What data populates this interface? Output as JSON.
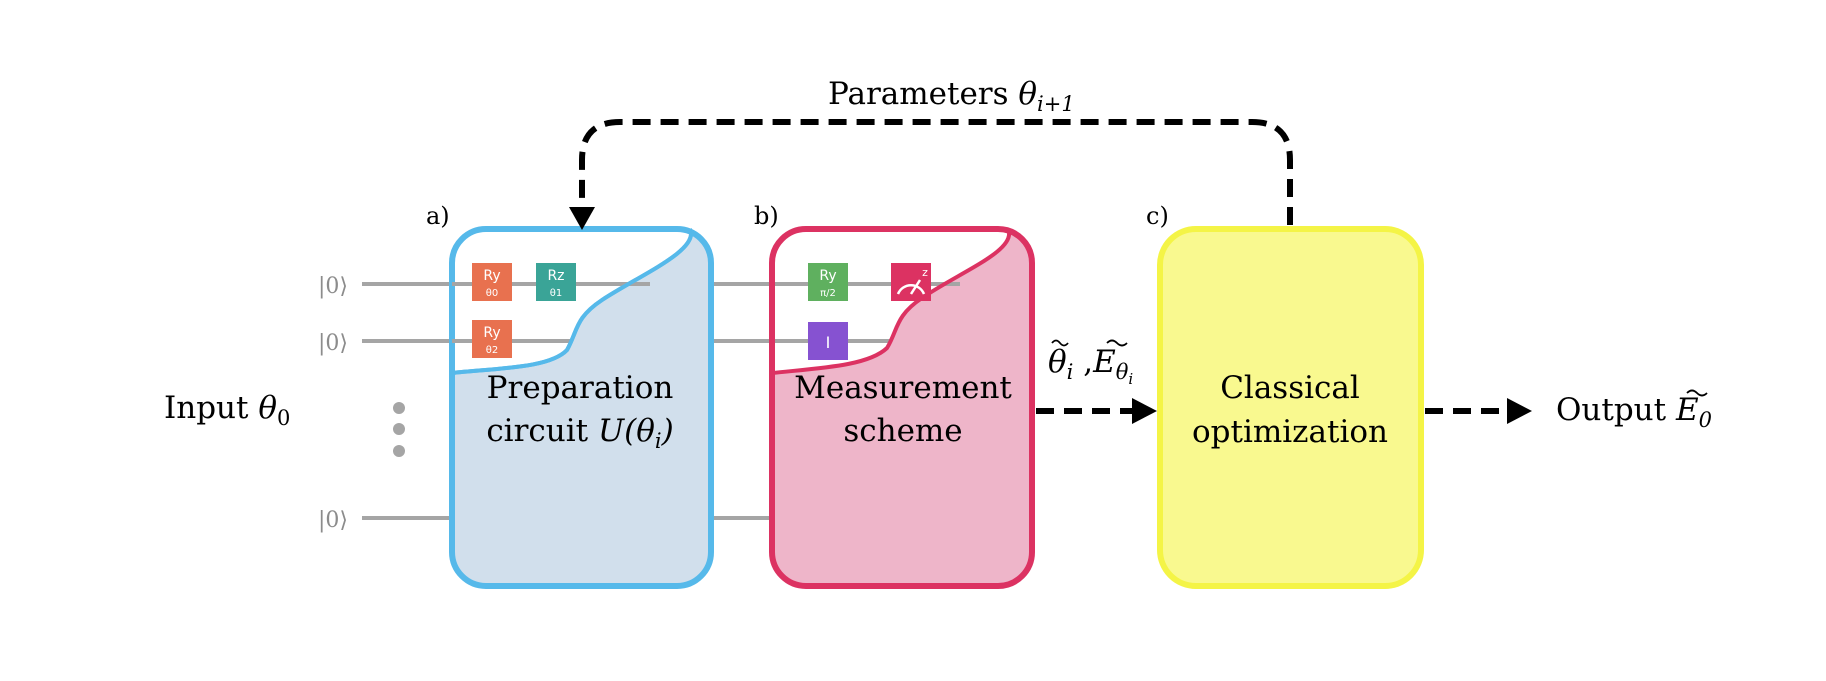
{
  "labels": {
    "a": "a)",
    "b": "b)",
    "c": "c)"
  },
  "inputs": {
    "title_prefix": "Input ",
    "theta_symbol": "θ",
    "theta_sub": "0",
    "ket_0": "|0⟩",
    "ket_1": "|0⟩",
    "ket_2": "|0⟩"
  },
  "loop": {
    "prefix": "Parameters ",
    "theta_symbol": "θ",
    "sub": "i+1"
  },
  "blocks": {
    "preparation": {
      "line1": "Preparation",
      "line2_prefix": "circuit ",
      "line2_func": "U(θ",
      "line2_sub": "i",
      "line2_close": ")",
      "fill": "#d1dfec",
      "stroke": "#56b9ea"
    },
    "measurement": {
      "line1": "Measurement",
      "line2": "scheme",
      "fill": "#eeb5c9",
      "stroke": "#dc3262"
    },
    "optimization": {
      "line1": "Classical",
      "line2": "optimization",
      "fill": "#f9f98f",
      "stroke": "#f4f446"
    }
  },
  "gates": {
    "g1": {
      "name": "Ry",
      "param": "θ0",
      "color": "#e8714f"
    },
    "g2": {
      "name": "Rz",
      "param": "θ1",
      "color": "#3aa497"
    },
    "g3": {
      "name": "Ry",
      "param": "θ2",
      "color": "#e8714f"
    },
    "g4": {
      "name": "Ry",
      "param": "π/2",
      "color": "#5fb05f"
    },
    "g5": {
      "name": "I",
      "color": "#8652d1"
    },
    "meter": {
      "basis": "z",
      "color": "#dc3262"
    }
  },
  "intermediate": {
    "theta": "θ",
    "theta_sub": "i",
    "sep": " ,",
    "energy": "E",
    "energy_sub_theta": "θ",
    "energy_sub_i": "i"
  },
  "output": {
    "prefix": "Output ",
    "energy": "E",
    "sub": "0"
  },
  "colors": {
    "wire": "#a5a5a5",
    "arrow": "#000000",
    "dots": "#a5a5a5"
  }
}
